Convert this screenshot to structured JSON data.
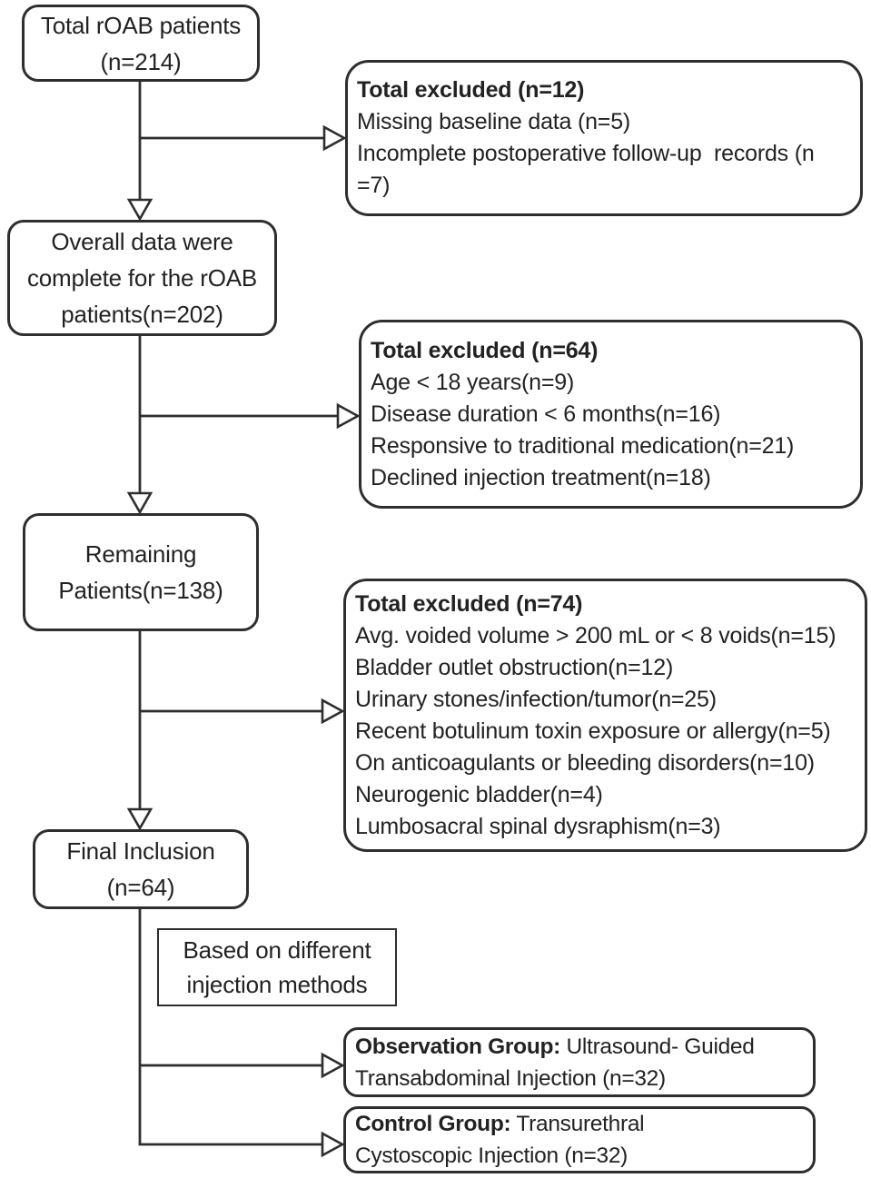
{
  "colors": {
    "line": "#2e2e2e",
    "text": "#222222",
    "background": "#ffffff"
  },
  "nodes": {
    "total_patients": {
      "line1": "Total rOAB patients",
      "line2": "(n=214)"
    },
    "overall_complete": {
      "line1": "Overall data were",
      "line2": "complete for the rOAB",
      "line3": "patients(n=202)"
    },
    "remaining": {
      "line1": "Remaining",
      "line2": "Patients(n=138)"
    },
    "final_inclusion": {
      "line1": "Final Inclusion",
      "line2": "(n=64)"
    },
    "method_label": {
      "line1": "Based on different",
      "line2": "injection methods"
    },
    "excluded_1": {
      "title": "Total excluded (n=12)",
      "items": [
        "Missing baseline data (n=5)",
        "Incomplete postoperative follow-up  records (n",
        "=7)"
      ]
    },
    "excluded_2": {
      "title": "Total excluded (n=64)",
      "items": [
        "Age < 18 years(n=9)",
        "Disease duration < 6 months(n=16)",
        "Responsive to traditional medication(n=21)",
        "Declined injection treatment(n=18)"
      ]
    },
    "excluded_3": {
      "title": "Total excluded (n=74)",
      "items": [
        "Avg. voided volume > 200 mL or < 8 voids(n=15)",
        "Bladder outlet obstruction(n=12)",
        "Urinary stones/infection/tumor(n=25)",
        "Recent botulinum toxin exposure or allergy(n=5)",
        "On anticoagulants or bleeding disorders(n=10)",
        "Neurogenic bladder(n=4)",
        "Lumbosacral spinal dysraphism(n=3)"
      ]
    },
    "observation_group": {
      "bold": "Observation Group:",
      "rest": " Ultrasound- Guided",
      "line2": "Transabdominal Injection (n=32)"
    },
    "control_group": {
      "bold": "Control Group:",
      "rest": " Transurethral",
      "line2": "Cystoscopic Injection (n=32)"
    }
  }
}
